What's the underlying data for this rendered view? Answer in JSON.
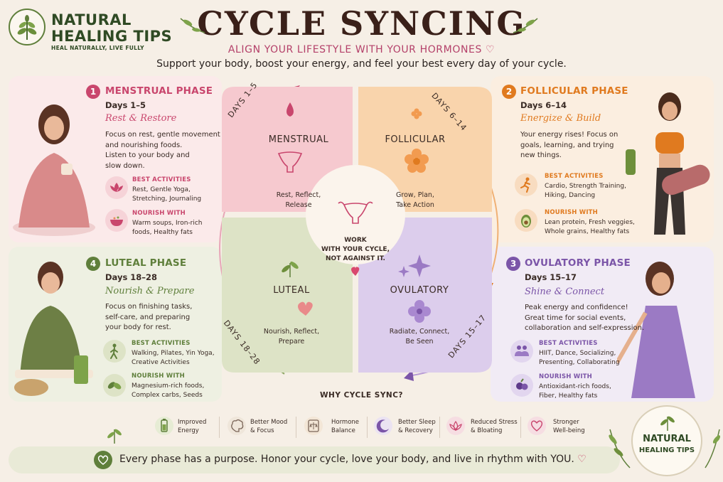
{
  "brand": {
    "line1": "NATURAL",
    "line2": "HEALING TIPS",
    "tagline": "HEAL NATURALLY, LIVE FULLY"
  },
  "header": {
    "title": "CYCLE SYNCING",
    "subtitle": "ALIGN YOUR LIFESTYLE WITH YOUR HORMONES",
    "tagline": "Support your body, boost your energy, and feel your best every day of your cycle."
  },
  "colors": {
    "menstrual": "#c9466d",
    "follicular": "#e07a1f",
    "luteal": "#5f7f3b",
    "ovulatory": "#7b55a8"
  },
  "phases": {
    "menstrual": {
      "number": "1",
      "title": "MENSTRUAL PHASE",
      "days": "Days 1–5",
      "motto": "Rest & Restore",
      "desc": [
        "Focus on rest, gentle movement",
        "and nourishing foods.",
        "Listen to your body and",
        "slow down."
      ],
      "activities_head": "BEST ACTIVITIES",
      "activities": [
        "Rest, Gentle Yoga,",
        "Stretching, Journaling"
      ],
      "nourish_head": "NOURISH WITH",
      "nourish": [
        "Warm soups, Iron-rich",
        "foods, Healthy fats"
      ],
      "activities_icon": "lotus-icon",
      "nourish_icon": "soup-bowl-icon"
    },
    "follicular": {
      "number": "2",
      "title": "FOLLICULAR PHASE",
      "days": "Days 6–14",
      "motto": "Energize & Build",
      "desc": [
        "Your energy rises! Focus on",
        "goals, learning, and trying",
        "new things."
      ],
      "activities_head": "BEST ACTIVITIES",
      "activities": [
        "Cardio, Strength Training,",
        "Hiking, Dancing"
      ],
      "nourish_head": "NOURISH WITH",
      "nourish": [
        "Lean protein, Fresh veggies,",
        "Whole grains, Healthy fats"
      ],
      "activities_icon": "running-icon",
      "nourish_icon": "avocado-icon"
    },
    "ovulatory": {
      "number": "3",
      "title": "OVULATORY PHASE",
      "days": "Days 15–17",
      "motto": "Shine & Connect",
      "desc": [
        "Peak energy and confidence!",
        "Great time for social events,",
        "collaboration and self-expression."
      ],
      "activities_head": "BEST ACTIVITIES",
      "activities": [
        "HIIT, Dance, Socializing,",
        "Presenting, Collaborating"
      ],
      "nourish_head": "NOURISH WITH",
      "nourish": [
        "Antioxidant-rich foods,",
        "Fiber, Healthy fats"
      ],
      "activities_icon": "people-icon",
      "nourish_icon": "berries-icon"
    },
    "luteal": {
      "number": "4",
      "title": "LUTEAL PHASE",
      "days": "Days 18–28",
      "motto": "Nourish & Prepare",
      "desc": [
        "Focus on finishing tasks,",
        "self-care, and preparing",
        "your body for rest."
      ],
      "activities_head": "BEST ACTIVITIES",
      "activities": [
        "Walking, Pilates, Yin Yoga,",
        "Creative Activities"
      ],
      "nourish_head": "NOURISH WITH",
      "nourish": [
        "Magnesium-rich foods,",
        "Complex carbs, Seeds"
      ],
      "activities_icon": "walking-icon",
      "nourish_icon": "leaves-icon"
    }
  },
  "wheel": {
    "menstrual": {
      "label": "MENSTRUAL",
      "desc": [
        "Rest, Reflect,",
        "Release"
      ],
      "days": "DAYS 1–5"
    },
    "follicular": {
      "label": "FOLLICULAR",
      "desc": [
        "Grow, Plan,",
        "Take Action"
      ],
      "days": "DAYS 6–14"
    },
    "luteal": {
      "label": "LUTEAL",
      "desc": [
        "Nourish, Reflect,",
        "Prepare"
      ],
      "days": "DAYS 18–28"
    },
    "ovulatory": {
      "label": "OVULATORY",
      "desc": [
        "Radiate, Connect,",
        "Be Seen"
      ],
      "days": "DAYS 15–17"
    },
    "center": [
      "WORK",
      "WITH YOUR CYCLE,",
      "NOT AGAINST IT."
    ]
  },
  "why": {
    "title": "WHY CYCLE SYNC?",
    "benefits": [
      {
        "icon": "battery-icon",
        "lines": [
          "Improved",
          "Energy"
        ]
      },
      {
        "icon": "brain-icon",
        "lines": [
          "Better Mood",
          "& Focus"
        ]
      },
      {
        "icon": "balance-icon",
        "lines": [
          "Hormone",
          "Balance"
        ]
      },
      {
        "icon": "moon-icon",
        "lines": [
          "Better Sleep",
          "& Recovery"
        ]
      },
      {
        "icon": "lotus-icon",
        "lines": [
          "Reduced Stress",
          "& Bloating"
        ]
      },
      {
        "icon": "heart-icon",
        "lines": [
          "Stronger",
          "Well-being"
        ]
      }
    ]
  },
  "footer": {
    "text": "Every phase has a purpose. Honor your cycle, love your body, and live in rhythm with YOU."
  },
  "seal": {
    "line1": "NATURAL",
    "line2": "HEALING TIPS"
  }
}
